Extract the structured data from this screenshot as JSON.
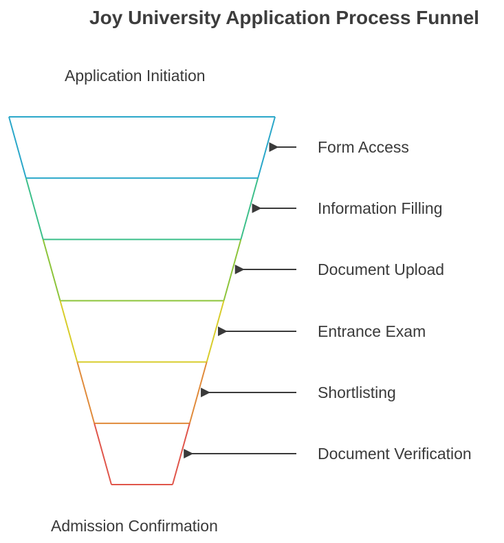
{
  "title": "Joy University Application Process Funnel",
  "top_label": "Application Initiation",
  "bottom_label": "Admission Confirmation",
  "stages": [
    {
      "label": "Form Access",
      "color": "#2aa7c9"
    },
    {
      "label": "Information Filling",
      "color": "#3cbf8a"
    },
    {
      "label": "Document Upload",
      "color": "#8cc43a"
    },
    {
      "label": "Entrance Exam",
      "color": "#d8cc2a"
    },
    {
      "label": "Shortlisting",
      "color": "#e08a3a"
    },
    {
      "label": "Document Verification",
      "color": "#e0554a"
    }
  ],
  "arrow_color": "#3a3a3a"
}
